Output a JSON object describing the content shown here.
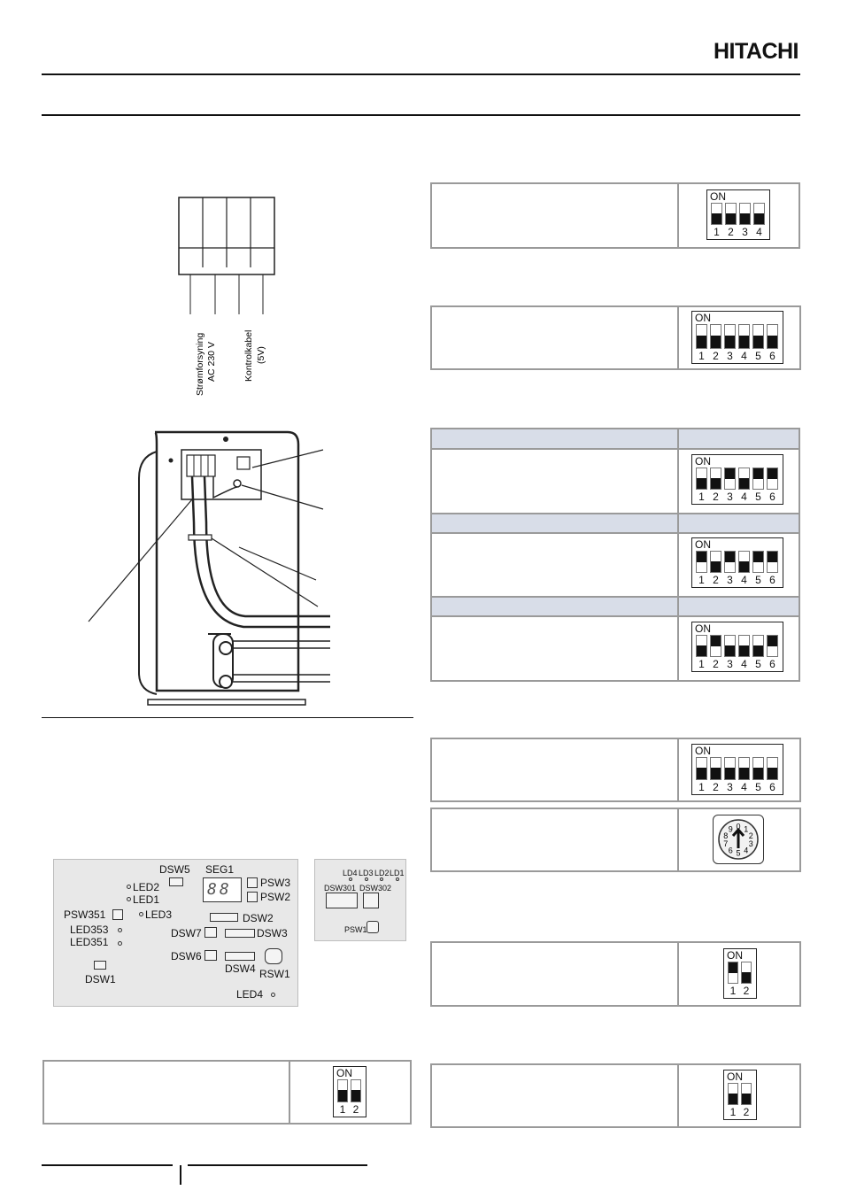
{
  "header": {
    "brand": "HITACHI"
  },
  "terminal_diagram": {
    "label_power": "Strømforsyning",
    "label_power_voltage": "AC 230 V",
    "label_control": "Kontrolkabel",
    "label_control_voltage": "(5V)"
  },
  "pcb_main": {
    "labels": {
      "dsw5": "DSW5",
      "seg1": "SEG1",
      "seg_display": "88",
      "psw3": "PSW3",
      "psw2": "PSW2",
      "led2": "LED2",
      "led1": "LED1",
      "led3": "LED3",
      "psw351": "PSW351",
      "led353": "LED353",
      "led351": "LED351",
      "dsw2": "DSW2",
      "dsw7": "DSW7",
      "dsw3": "DSW3",
      "dsw6": "DSW6",
      "dsw4": "DSW4",
      "rsw1": "RSW1",
      "dsw1": "DSW1",
      "led4": "LED4"
    }
  },
  "pcb_small": {
    "labels": {
      "ld4": "LD4",
      "ld3": "LD3",
      "ld2": "LD2",
      "ld1": "LD1",
      "dsw301": "DSW301",
      "dsw302": "DSW302",
      "psw1": "PSW1"
    }
  },
  "rotary_digits": "0123456789",
  "switches": {
    "on_label": "ON",
    "sw_a": {
      "numbers": [
        "1",
        "2",
        "3",
        "4"
      ],
      "on": [
        false,
        false,
        false,
        false
      ]
    },
    "sw_b": {
      "numbers": [
        "1",
        "2",
        "3",
        "4",
        "5",
        "6"
      ],
      "on": [
        false,
        false,
        false,
        false,
        false,
        false
      ]
    },
    "sw_c1": {
      "numbers": [
        "1",
        "2",
        "3",
        "4",
        "5",
        "6"
      ],
      "on": [
        false,
        false,
        true,
        false,
        true,
        true
      ]
    },
    "sw_c2": {
      "numbers": [
        "1",
        "2",
        "3",
        "4",
        "5",
        "6"
      ],
      "on": [
        true,
        false,
        true,
        false,
        true,
        true
      ]
    },
    "sw_c3": {
      "numbers": [
        "1",
        "2",
        "3",
        "4",
        "5",
        "6"
      ],
      "on": [
        false,
        true,
        false,
        false,
        false,
        true
      ]
    },
    "sw_d": {
      "numbers": [
        "1",
        "2",
        "3",
        "4",
        "5",
        "6"
      ],
      "on": [
        false,
        false,
        false,
        false,
        false,
        false
      ]
    },
    "sw_e": {
      "numbers": [
        "1",
        "2"
      ],
      "on": [
        true,
        false
      ]
    },
    "sw_f": {
      "numbers": [
        "1",
        "2"
      ],
      "on": [
        false,
        false
      ]
    },
    "sw_g": {
      "numbers": [
        "1",
        "2"
      ],
      "on": [
        false,
        false
      ]
    }
  }
}
